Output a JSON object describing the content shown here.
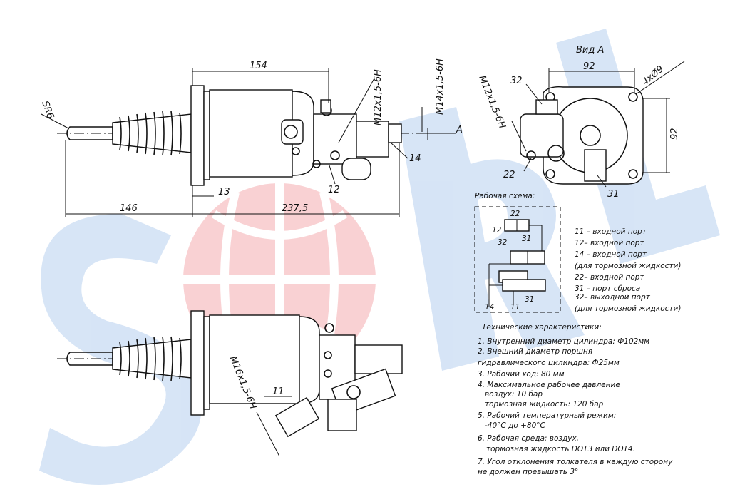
{
  "watermark": {
    "letters": [
      "S",
      "R",
      "L"
    ],
    "blue": "#4b88d8",
    "red": "#e8323a"
  },
  "colors": {
    "ink": "#111111",
    "background": "#ffffff"
  },
  "dimensions": {
    "sr": "SR6",
    "d154": "154",
    "d146": "146",
    "d237": "237,5",
    "d13": "13",
    "m12_top": "M12x1,5-6H",
    "m14": "M14x1,5-6H",
    "arrow_a": "A",
    "port14": "14",
    "port12": "12",
    "view_a": "Вид А",
    "d92_h": "92",
    "d92_v": "92",
    "holes": "4xØ9",
    "m12_view": "M12x1,5-6H",
    "port32": "32",
    "port22": "22",
    "port31": "31",
    "m16": "M16x1,5-6H",
    "port11": "11"
  },
  "schema": {
    "title": "Рабочая схема:",
    "labels": {
      "p22": "22",
      "p12": "12",
      "p31a": "31",
      "p32": "32",
      "p14": "14",
      "p11": "11",
      "p31b": "31"
    }
  },
  "legend": [
    "11 – входной порт",
    "12– входной порт",
    "14 – входной порт",
    "(для тормозной жидкости)",
    "22– входной порт",
    "31 – порт сброса",
    "32– выходной порт",
    "(для тормозной жидкости)"
  ],
  "specs": {
    "title": "Технические характеристики:",
    "lines": [
      "1. Внутренний диаметр цилиндра: Ф102мм",
      "2. Внешний диаметр поршня",
      "гидравлического цилиндра: Ф25мм",
      "3. Рабочий ход: 80 мм",
      "4. Максимальное рабочее давление",
      "воздух: 10 бар",
      "тормозная жидкость: 120 бар",
      "5. Рабочий температурный режим:",
      "-40°С до +80°С",
      "6. Рабочая среда: воздух,",
      "тормозная жидкость DOT3 или DOT4.",
      "7. Угол отклонения толкателя в каждую сторону",
      "не должен превышать 3°"
    ]
  }
}
